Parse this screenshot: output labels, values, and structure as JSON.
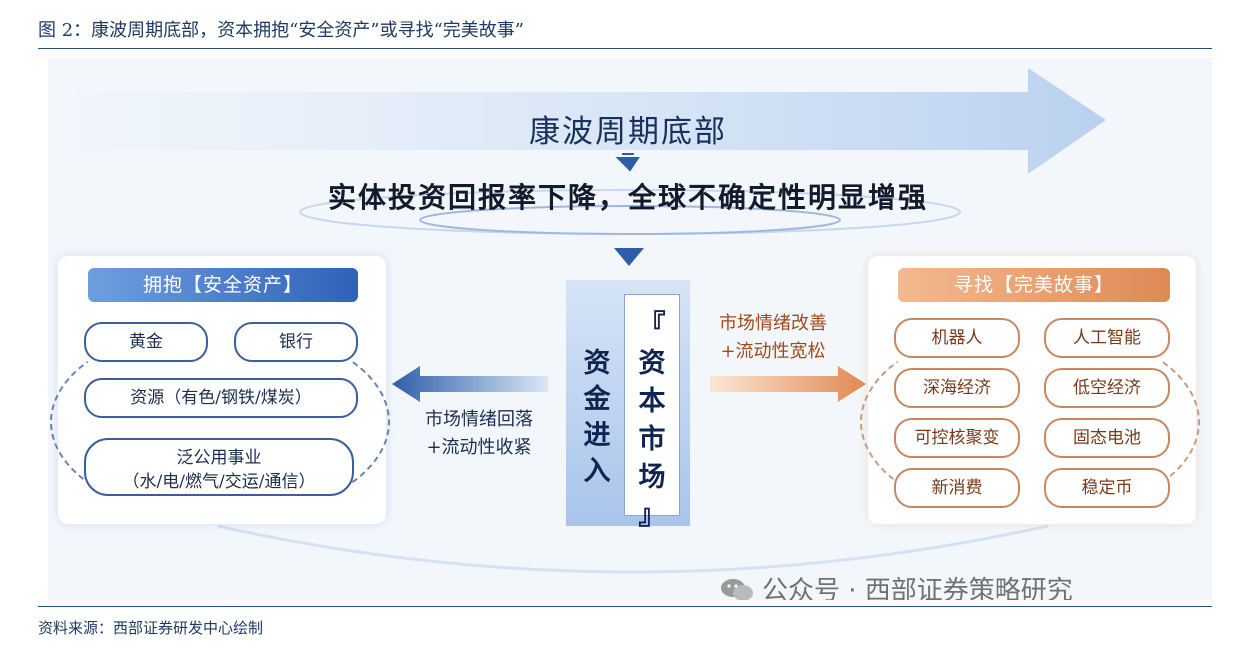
{
  "figure": {
    "title": "图 2：康波周期底部，资本拥抱“安全资产”或寻找“完美故事”",
    "source": "资料来源：西部证券研发中心绘制"
  },
  "diagram": {
    "banner": "康波周期底部",
    "subheading": "实体投资回报率下降，全球不确定性明显增强",
    "capital": {
      "chars": [
        "资",
        "金",
        "进",
        "入"
      ],
      "market_chars": [
        "『",
        "资",
        "本",
        "市",
        "场",
        "』"
      ]
    },
    "left_flow": {
      "line1": "市场情绪回落",
      "line2": "+流动性收紧"
    },
    "right_flow": {
      "line1": "市场情绪改善",
      "line2": "+流动性宽松"
    },
    "safe_assets": {
      "header": "拥抱【安全资产】",
      "items": [
        "黄金",
        "银行",
        "资源（有色/钢铁/煤炭）"
      ],
      "utilities_line1": "泛公用事业",
      "utilities_line2": "（水/电/燃气/交运/通信）"
    },
    "perfect_story": {
      "header": "寻找【完美故事】",
      "items": [
        "机器人",
        "人工智能",
        "深海经济",
        "低空经济",
        "可控核聚变",
        "固态电池",
        "新消费",
        "稳定币"
      ]
    }
  },
  "watermark": "公众号 · 西部证券策略研究",
  "colors": {
    "navy": "#1b2d52",
    "blue_accent": "#2f62b8",
    "orange_accent": "#dd8a55",
    "orange_text": "#a04a1c"
  }
}
